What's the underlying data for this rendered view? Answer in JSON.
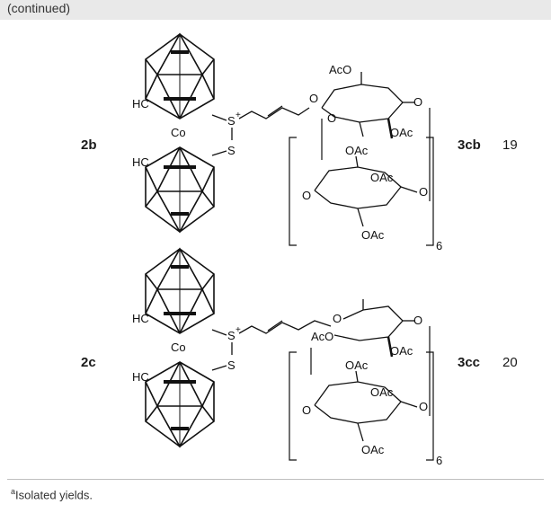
{
  "header_note": "(continued)",
  "rows": [
    {
      "reagent": "2b",
      "product": "3cb",
      "yield": "19",
      "ring_left": "HC",
      "ring_left2": "HC",
      "co": "Co",
      "s_plus": "S",
      "s": "S",
      "ac1": "AcO",
      "ac2": "OAc",
      "ac3": "OAc",
      "ac4": "OAc",
      "ac5": "OAc",
      "o_label": "O",
      "sub": "6"
    },
    {
      "reagent": "2c",
      "product": "3cc",
      "yield": "20",
      "ring_left": "HC",
      "ring_left2": "HC",
      "co": "Co",
      "s_plus": "S",
      "s": "S",
      "ac1": "AcO",
      "ac2": "OAc",
      "ac3": "OAc",
      "ac4": "OAc",
      "ac5": "OAc",
      "o_label": "O",
      "sub": "6"
    }
  ],
  "footnote": {
    "marker": "a",
    "text": "Isolated yields."
  }
}
